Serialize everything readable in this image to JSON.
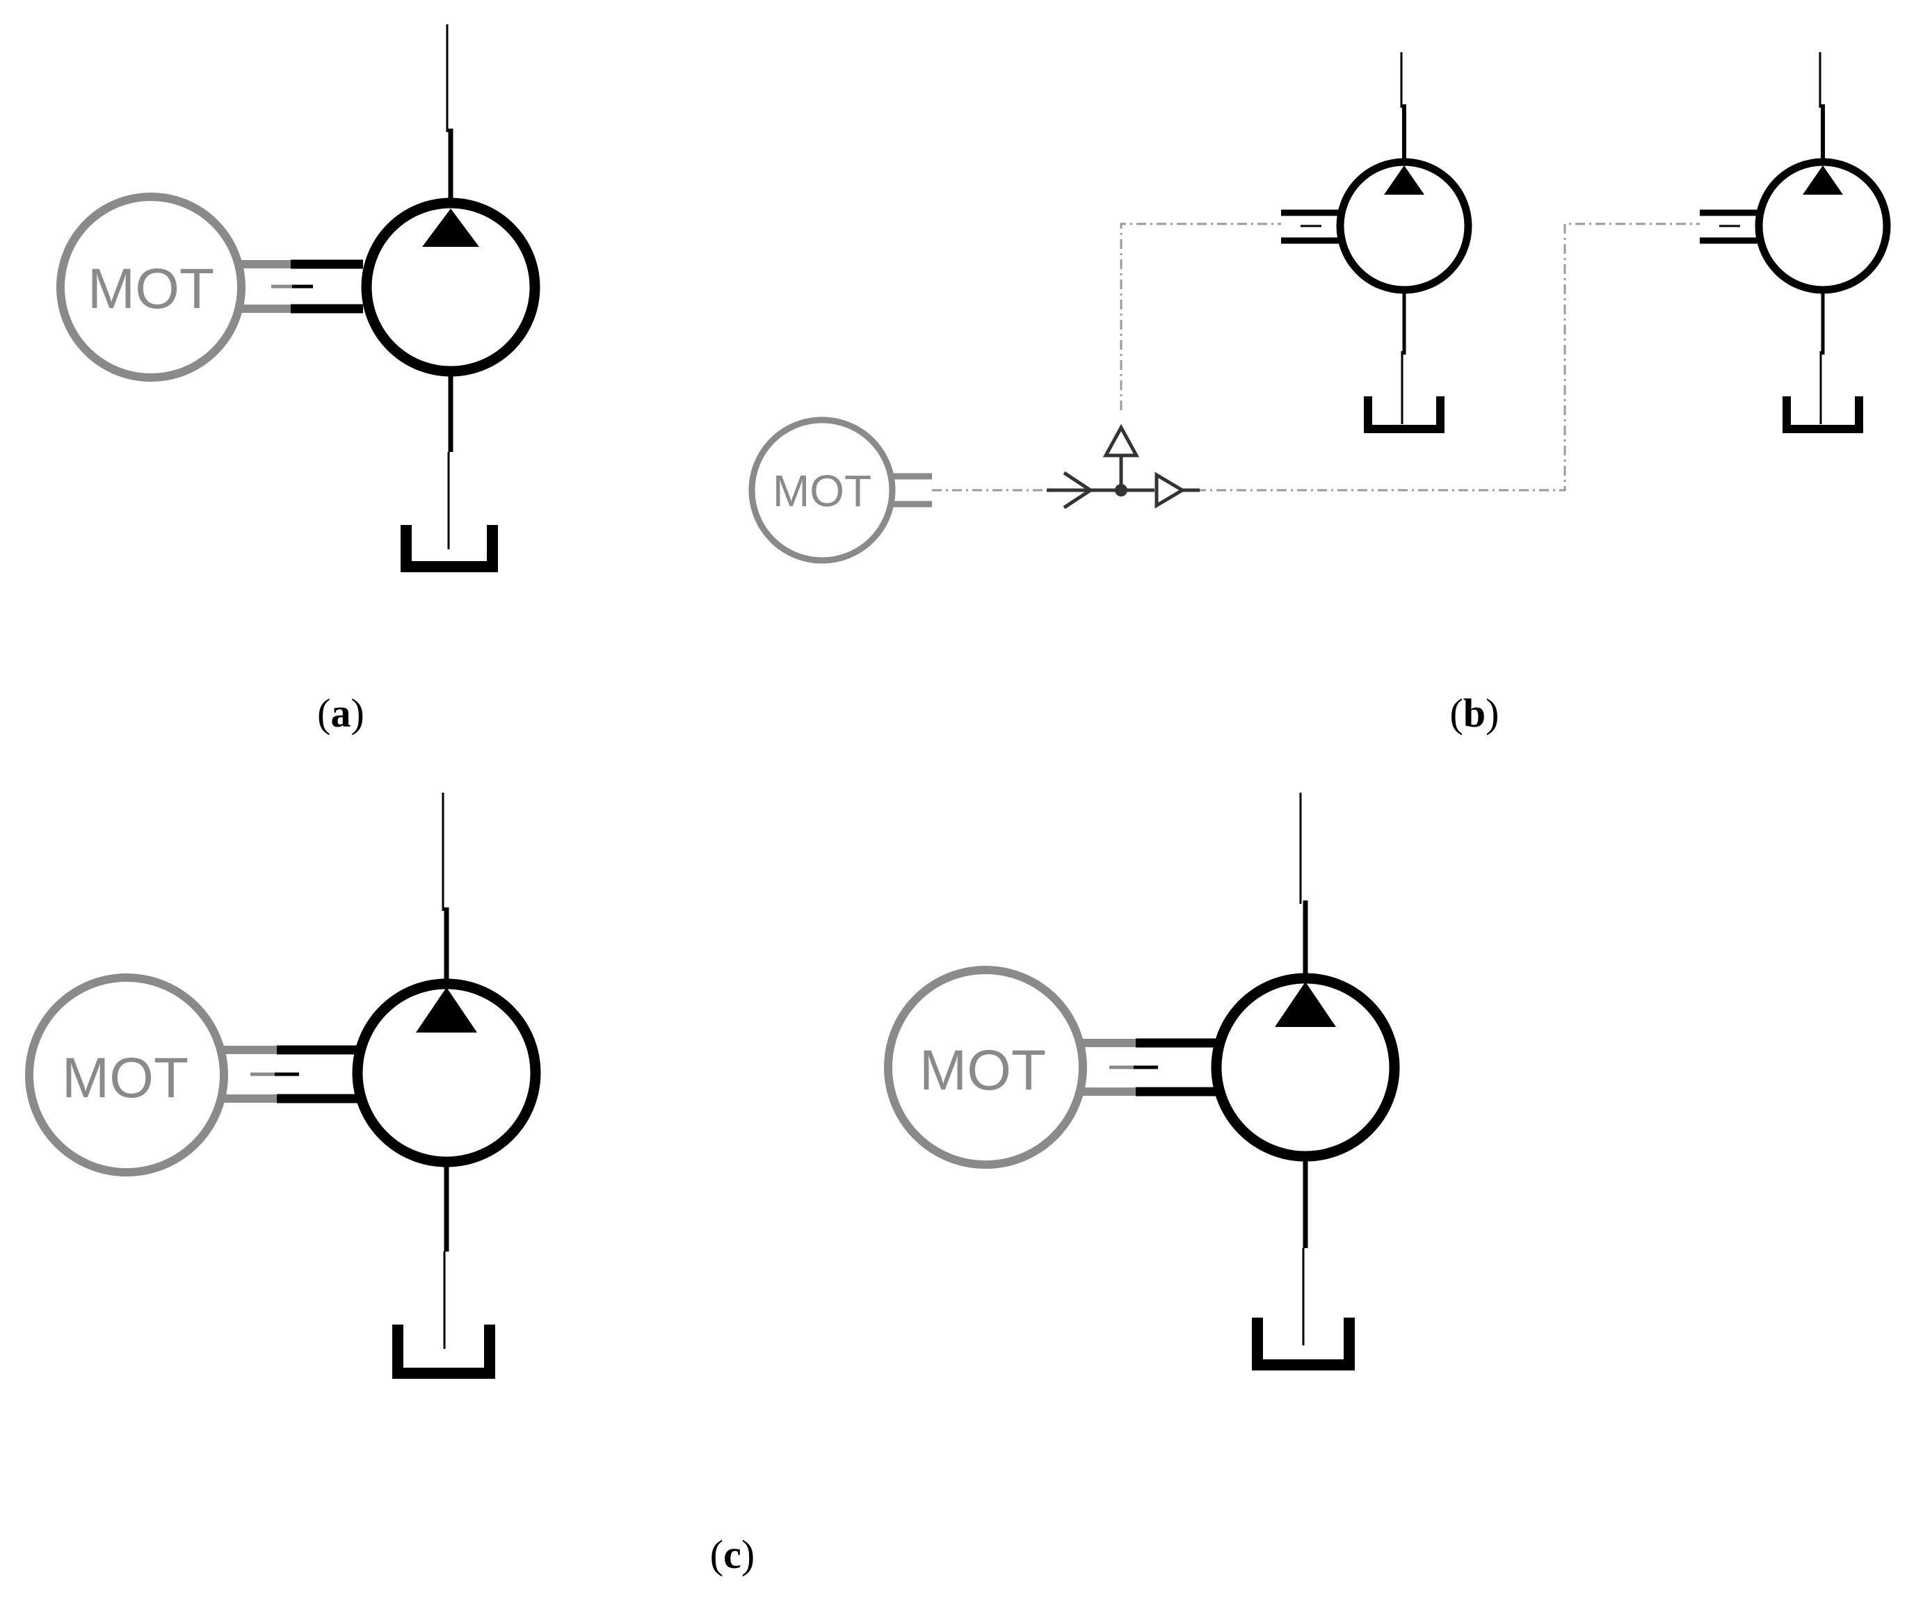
{
  "colors": {
    "pump_stroke": "#000000",
    "motor_stroke": "#8a8a8a",
    "signal_line": "#9a9a9a",
    "connector_stroke": "#333333",
    "background": "#ffffff"
  },
  "panels": [
    {
      "id": "a",
      "open": "(",
      "letter": "a",
      "close": ")",
      "motor_label": "MOT"
    },
    {
      "id": "b",
      "open": "(",
      "letter": "b",
      "close": ")",
      "motor_label": "MOT"
    },
    {
      "id": "c",
      "open": "(",
      "letter": "c",
      "close": ")",
      "motor_label_left": "MOT",
      "motor_label_right": "MOT"
    }
  ],
  "icons": {
    "pump": "hydraulic-pump-icon",
    "motor": "electric-motor-icon",
    "tank": "tank-reservoir-icon",
    "junction": "mechanical-junction-icon"
  }
}
